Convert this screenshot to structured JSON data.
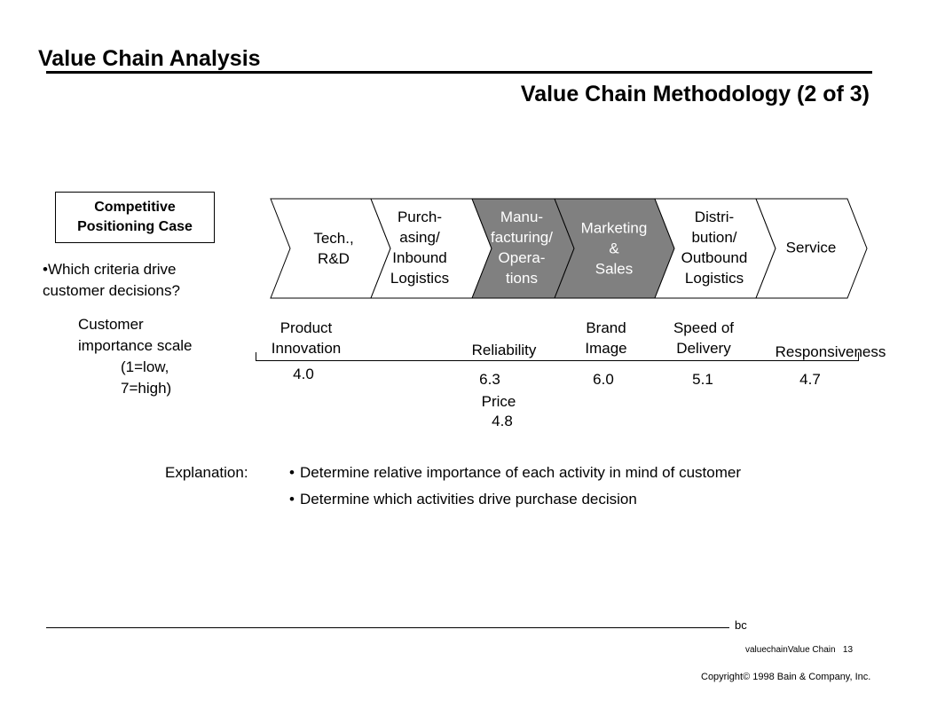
{
  "header": {
    "title": "Value Chain Analysis",
    "subtitle": "Value Chain Methodology (2 of 3)"
  },
  "case_box": {
    "label": "Competitive\nPositioning Case"
  },
  "question": {
    "lines": [
      "•Which criteria drive",
      "customer decisions?"
    ]
  },
  "scale": {
    "lines": [
      "Customer",
      "importance scale",
      "(1=low,",
      "7=high)"
    ]
  },
  "chain": {
    "stages": [
      {
        "label": "Tech.,\nR&D",
        "highlighted": false
      },
      {
        "label": "Purch-\nasing/\nInbound\nLogistics",
        "highlighted": false
      },
      {
        "label": "Manu-\nfacturing/\nOpera-\ntions",
        "highlighted": true
      },
      {
        "label": "Marketing\n&\nSales",
        "highlighted": true
      },
      {
        "label": "Distri-\nbution/\nOutbound\nLogistics",
        "highlighted": false
      },
      {
        "label": "Service",
        "highlighted": false
      }
    ],
    "highlight_color": "#808080"
  },
  "criteria": [
    {
      "name": "Product\nInnovation",
      "score": "4.0"
    },
    {
      "name": "Reliability",
      "score": "6.3"
    },
    {
      "name": "Price",
      "score": "4.8"
    },
    {
      "name": "Brand\nImage",
      "score": "6.0"
    },
    {
      "name": "Speed of\nDelivery",
      "score": "5.1"
    },
    {
      "name": "Responsiveness",
      "score": "4.7"
    }
  ],
  "explanation": {
    "label": "Explanation:",
    "bullets": [
      "Determine relative importance of each activity in mind of customer",
      "Determine which activities drive purchase decision"
    ]
  },
  "footer": {
    "logo": "bc",
    "page_ref": "valuechainValue Chain   13",
    "copyright": "Copyright© 1998 Bain & Company, Inc."
  }
}
